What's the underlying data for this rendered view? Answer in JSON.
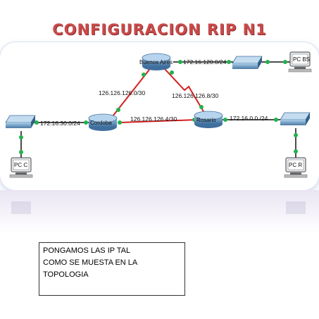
{
  "title": "CONFIGURACION RIP N1",
  "devices": {
    "router_top": "Buenos Aires",
    "router_left": "Cordoba",
    "router_right": "Rosario",
    "pc_bs": "PC BS",
    "pc_c": "PC C",
    "pc_r": "PC R"
  },
  "networks": {
    "net_bs_lan": "172.16.120.0/24",
    "net_ba_cordoba": "126.126.126.0/30",
    "net_ba_rosario": "126.126.126.8/30",
    "net_cordoba_lan": "172.16.30.0/24",
    "net_cordoba_rosario": "126.126.126.4/30",
    "net_rosario_lan": "172.16.0.0 /24"
  },
  "note": {
    "lines": [
      "PONGAMOS LAS IP TAL",
      "COMO SE MUESTA EN LA",
      "TOPOLOGIA"
    ]
  },
  "colors": {
    "title": "#c94a4a",
    "link_up": "#22b14c",
    "link_serial": "#d42020",
    "device": "#4a7fb0"
  }
}
